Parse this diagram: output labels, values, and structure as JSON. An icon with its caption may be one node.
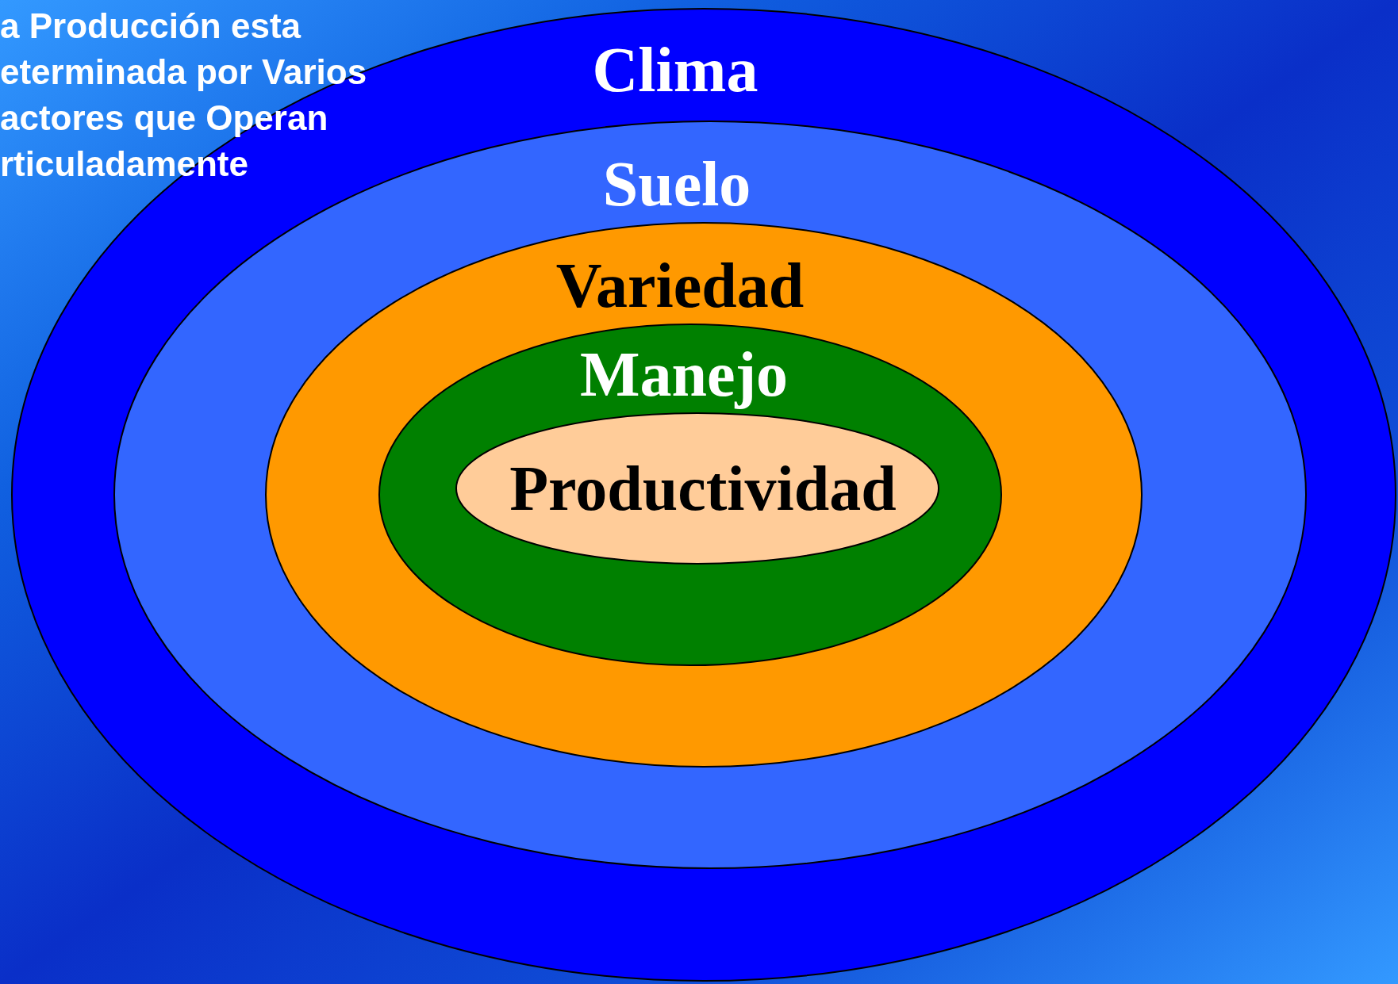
{
  "diagram": {
    "nodes": [
      {
        "text": [
          "Clima"
        ]
      },
      {
        "text": [
          "Suelo"
        ],
        "in": 0
      },
      {
        "text": [
          "Variedad"
        ],
        "in": 1
      },
      {
        "text": [
          "Manejo"
        ],
        "in": 2
      },
      {
        "text": [
          "Productividad"
        ],
        "in": 3
      }
    ],
    "labels": [
      "a Producción esta eterminada por Varios actores que Operan rticuladamente"
    ]
  }
}
